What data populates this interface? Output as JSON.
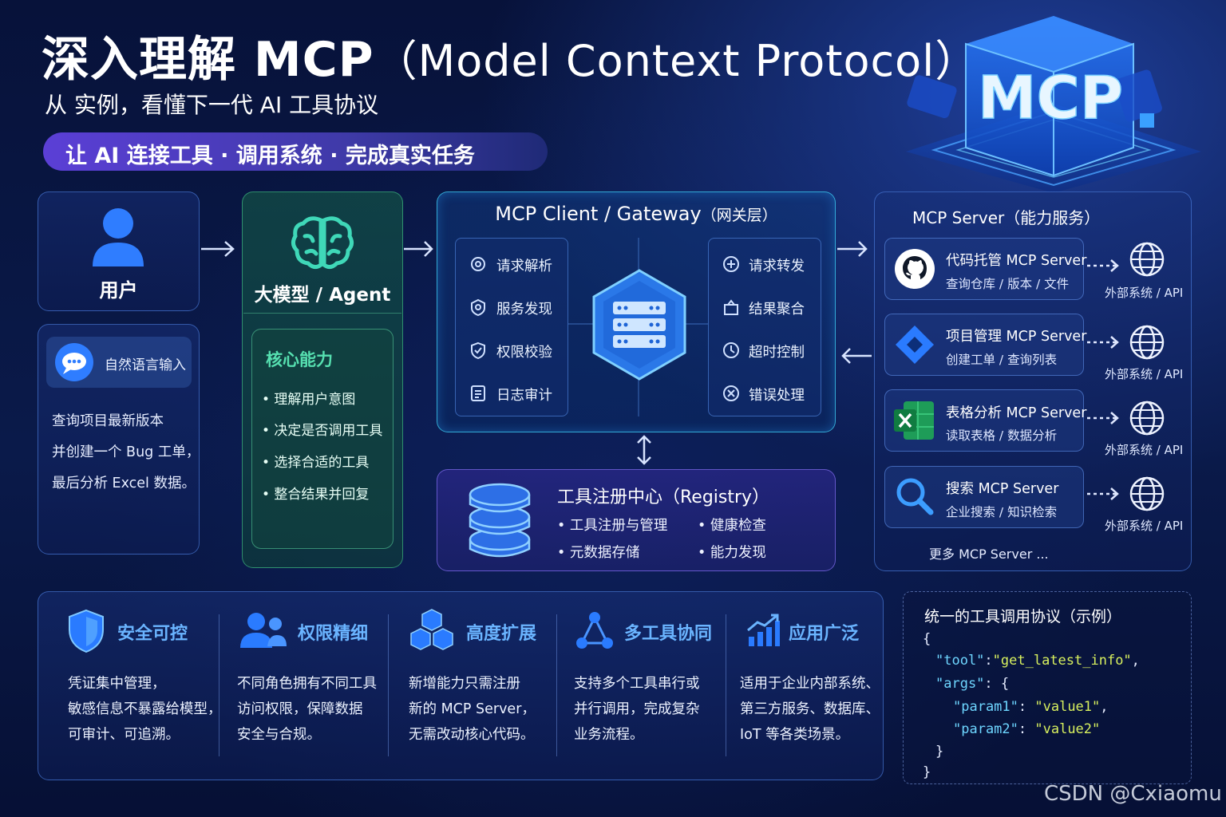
{
  "header": {
    "title_main": "深入理解 MCP",
    "title_paren": "（Model Context Protocol）",
    "subtitle": "从 实例，看懂下一代 AI 工具协议",
    "tagline": "让 AI 连接工具 · 调用系统 · 完成真实任务",
    "hero_text": "MCP"
  },
  "user": {
    "label": "用户",
    "input_type": "自然语言输入",
    "query_lines": [
      "查询项目最新版本",
      "并创建一个 Bug 工单，",
      "最后分析 Excel 数据。"
    ]
  },
  "agent": {
    "label": "大模型 / Agent",
    "core_title": "核心能力",
    "core_items": [
      "• 理解用户意图",
      "• 决定是否调用工具",
      "• 选择合适的工具",
      "• 整合结果并回复"
    ]
  },
  "client": {
    "title": "MCP Client / Gateway",
    "title_suffix": "（网关层）",
    "left_items": [
      {
        "label": "请求解析",
        "icon": "gear-icon"
      },
      {
        "label": "服务发现",
        "icon": "discovery-icon"
      },
      {
        "label": "权限校验",
        "icon": "shield-check-icon"
      },
      {
        "label": "日志审计",
        "icon": "log-icon"
      }
    ],
    "right_items": [
      {
        "label": "请求转发",
        "icon": "plus-circle-icon"
      },
      {
        "label": "结果聚合",
        "icon": "package-icon"
      },
      {
        "label": "超时控制",
        "icon": "clock-icon"
      },
      {
        "label": "错误处理",
        "icon": "error-icon"
      }
    ]
  },
  "registry": {
    "title": "工具注册中心（Registry）",
    "items": [
      "• 工具注册与管理",
      "• 健康检查",
      "• 元数据存储",
      "• 能力发现"
    ]
  },
  "servers": {
    "title": "MCP Server（能力服务）",
    "cards": [
      {
        "name": "代码托管 MCP Server",
        "sub": "查询仓库 / 版本 / 文件",
        "icon": "github-icon",
        "ext": "外部系统 / API"
      },
      {
        "name": "项目管理 MCP Server",
        "sub": "创建工单 / 查询列表",
        "icon": "jira-icon",
        "ext": "外部系统 / API"
      },
      {
        "name": "表格分析 MCP Server",
        "sub": "读取表格 / 数据分析",
        "icon": "excel-icon",
        "ext": "外部系统 / API"
      },
      {
        "name": "搜索 MCP Server",
        "sub": "企业搜索 / 知识检索",
        "icon": "search-icon",
        "ext": "外部系统 / API"
      }
    ],
    "more": "更多 MCP Server ..."
  },
  "features": [
    {
      "title": "安全可控",
      "icon": "shield-icon",
      "lines": [
        "凭证集中管理，",
        "敏感信息不暴露给模型，",
        "可审计、可追溯。"
      ]
    },
    {
      "title": "权限精细",
      "icon": "users-icon",
      "lines": [
        "不同角色拥有不同工具",
        "访问权限，保障数据",
        "安全与合规。"
      ]
    },
    {
      "title": "高度扩展",
      "icon": "cubes-icon",
      "lines": [
        "新增能力只需注册",
        "新的 MCP Server，",
        "无需改动核心代码。"
      ]
    },
    {
      "title": "多工具协同",
      "icon": "network-icon",
      "lines": [
        "支持多个工具串行或",
        "并行调用，完成复杂",
        "业务流程。"
      ]
    },
    {
      "title": "应用广泛",
      "icon": "chart-growth-icon",
      "lines": [
        "适用于企业内部系统、",
        "第三方服务、数据库、",
        "IoT 等各类场景。"
      ]
    }
  ],
  "code": {
    "title": "统一的工具调用协议（示例）",
    "open_brace": "{",
    "tool_key": "\"tool\"",
    "tool_value": "\"get_latest_info\"",
    "args_key": "\"args\"",
    "param1_key": "\"param1\"",
    "param1_value": "\"value1\"",
    "param2_key": "\"param2\"",
    "param2_value": "\"value2\"",
    "inner_close": "}",
    "close_brace": "}"
  },
  "watermark": "CSDN @Cxiaomu",
  "colors": {
    "background": "#0a1a4a",
    "accent_blue": "#6ab4ff",
    "agent_green": "#56e0b0",
    "tagline_purple": "#5b3fd6",
    "code_string": "#d8f05e",
    "code_key": "#6ed6ff"
  }
}
